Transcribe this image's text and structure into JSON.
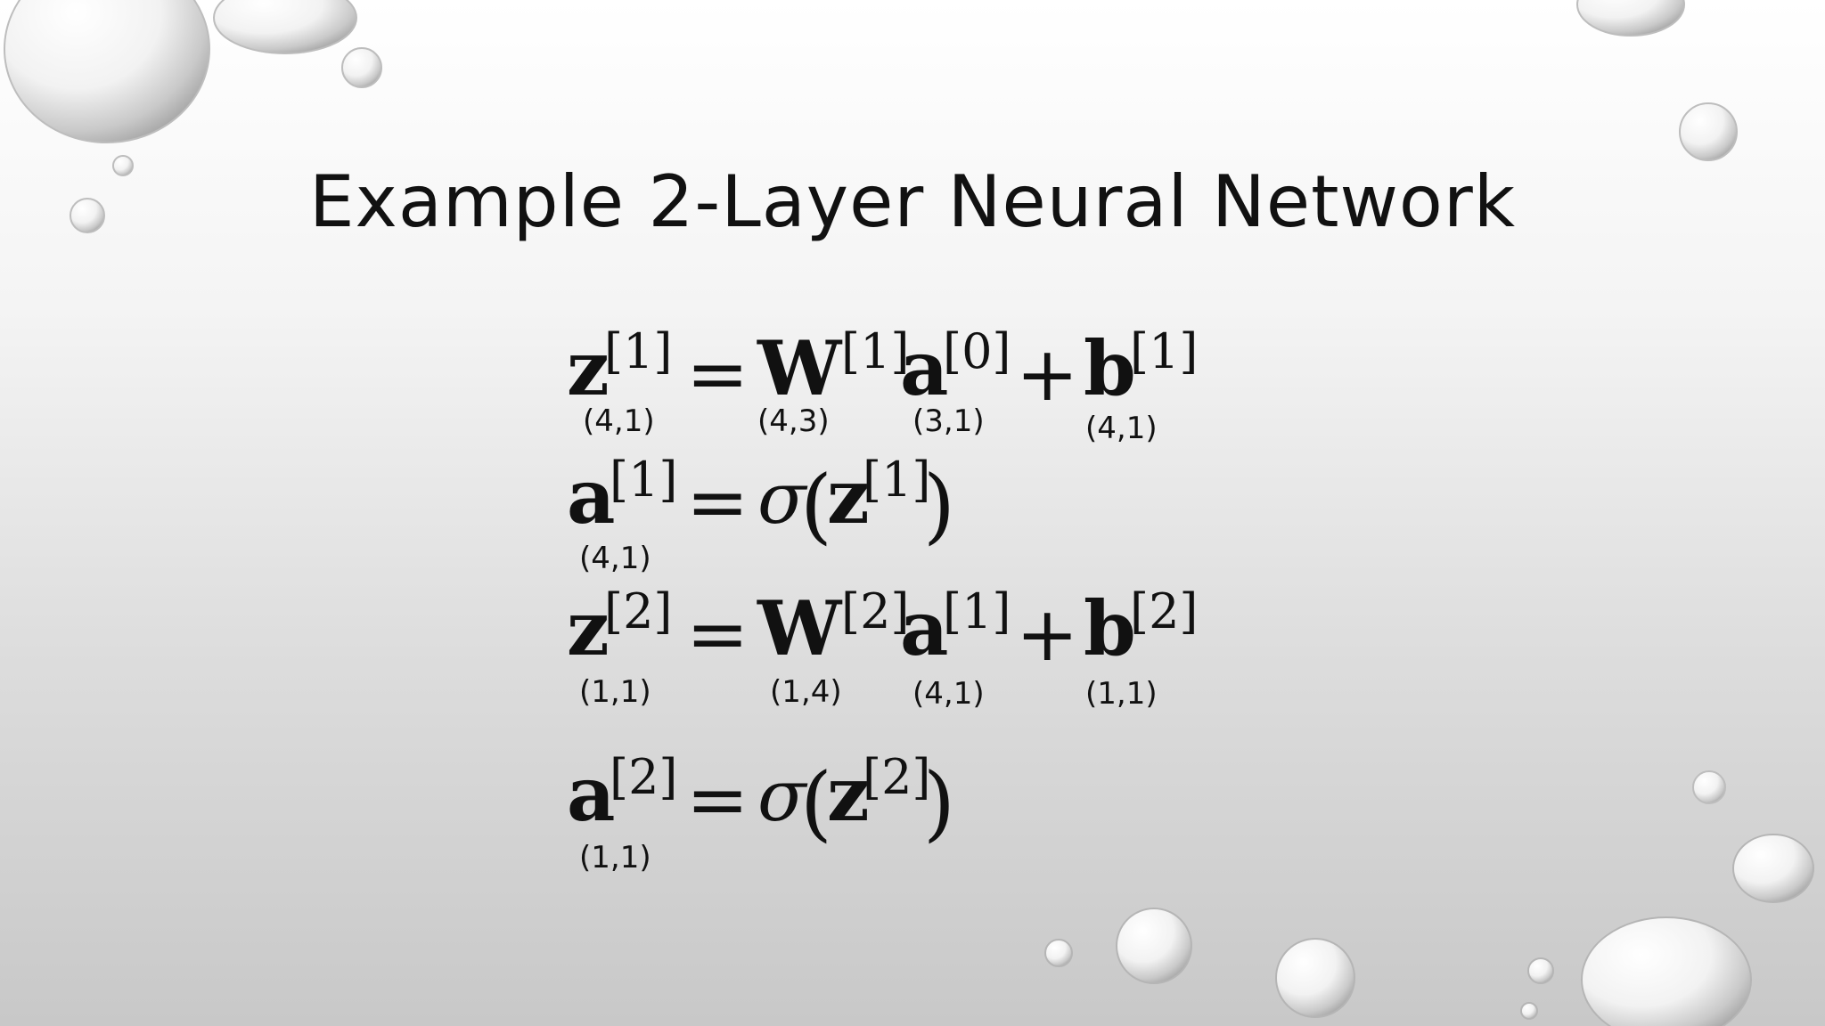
{
  "title": "Example 2-Layer Neural Network",
  "equations": [
    {
      "lhs": {
        "sym": "z",
        "sup": "[1]",
        "dim": "(4,1)"
      },
      "eq": "=",
      "w": {
        "sym": "W",
        "sup": "[1]",
        "dim": "(4,3)"
      },
      "a": {
        "sym": "a",
        "sup": "[0]",
        "dim": "(3,1)"
      },
      "plus": "+",
      "b": {
        "sym": "b",
        "sup": "[1]",
        "dim": "(4,1)"
      }
    },
    {
      "lhs": {
        "sym": "a",
        "sup": "[1]",
        "dim": "(4,1)"
      },
      "eq": "=",
      "func": "σ",
      "open": "(",
      "arg": {
        "sym": "z",
        "sup": "[1]"
      },
      "close": ")"
    },
    {
      "lhs": {
        "sym": "z",
        "sup": "[2]",
        "dim": "(1,1)"
      },
      "eq": "=",
      "w": {
        "sym": "W",
        "sup": "[2]",
        "dim": "(1,4)"
      },
      "a": {
        "sym": "a",
        "sup": "[1]",
        "dim": "(4,1)"
      },
      "plus": "+",
      "b": {
        "sym": "b",
        "sup": "[2]",
        "dim": "(1,1)"
      }
    },
    {
      "lhs": {
        "sym": "a",
        "sup": "[2]",
        "dim": "(1,1)"
      },
      "eq": "=",
      "func": "σ",
      "open": "(",
      "arg": {
        "sym": "z",
        "sup": "[2]"
      },
      "close": ")"
    }
  ]
}
